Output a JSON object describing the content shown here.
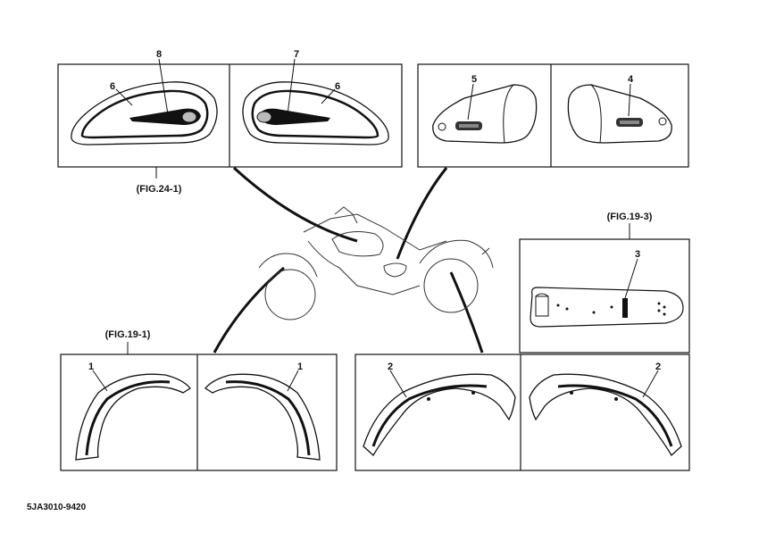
{
  "figure_refs": {
    "fig24_1": "(FIG.24-1)",
    "fig19_3": "(FIG.19-3)",
    "fig19_1": "(FIG.19-1)"
  },
  "callouts": {
    "c1": "1",
    "c2": "2",
    "c3": "3",
    "c4": "4",
    "c5": "5",
    "c6": "6",
    "c7": "7",
    "c8": "8"
  },
  "diagram_code": "5JA3010-9420"
}
